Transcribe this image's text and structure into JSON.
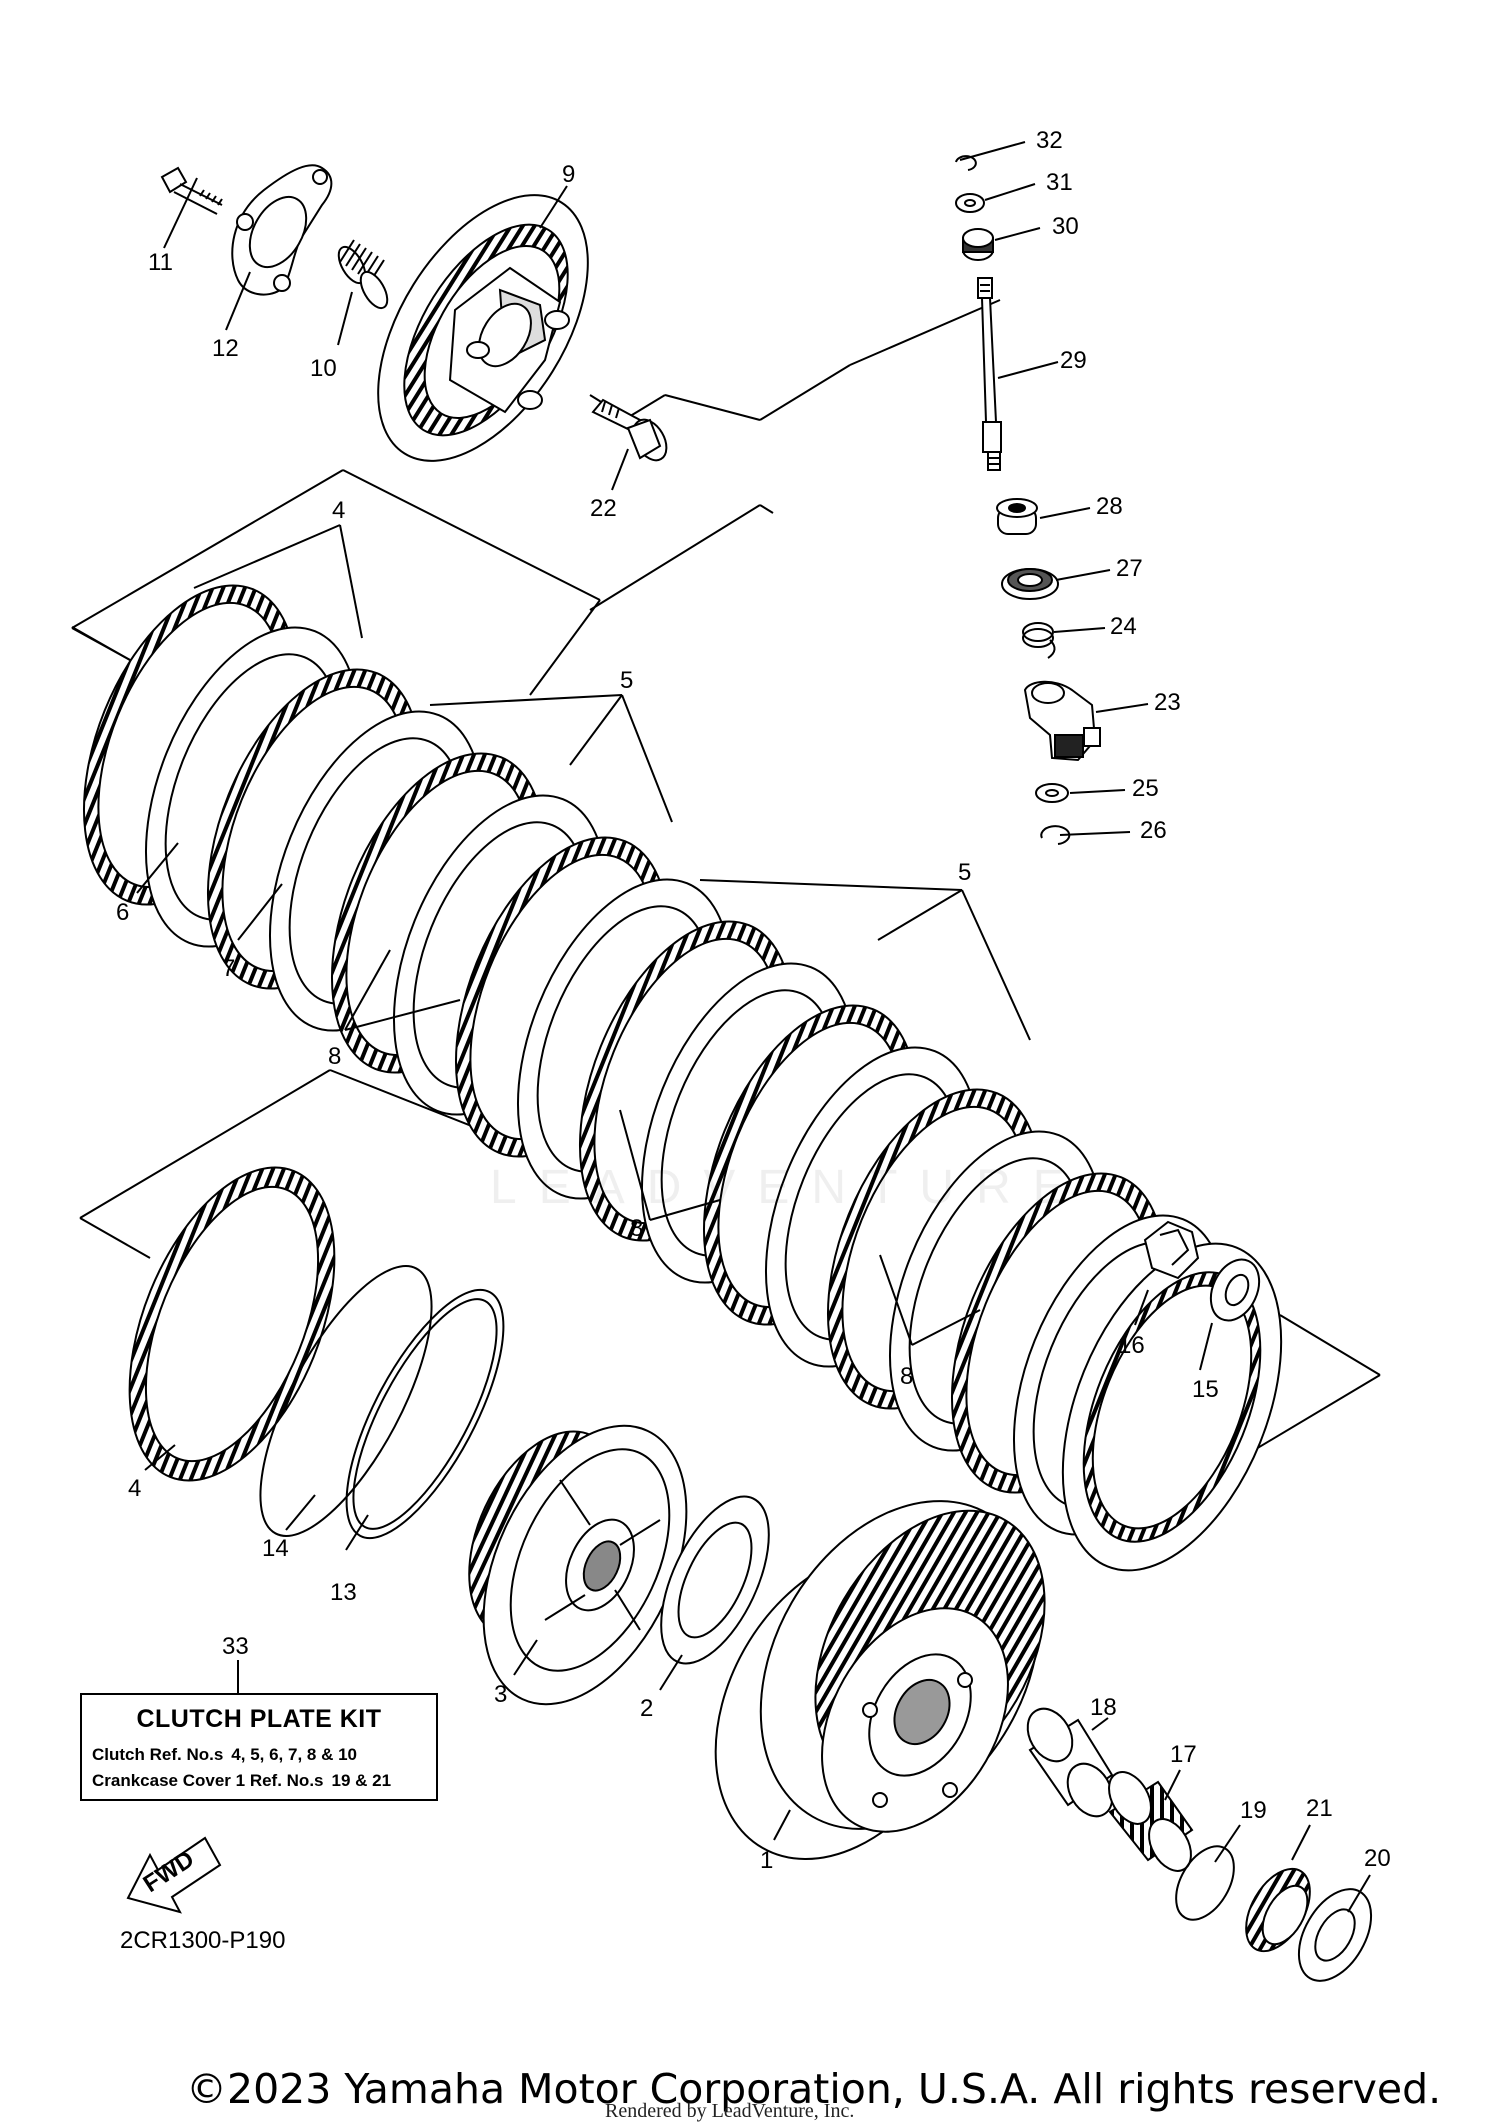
{
  "diagram_code": "2CR1300-P190",
  "kit_box": {
    "ref_number": "33",
    "title": "CLUTCH  PLATE  KIT",
    "line1_label": "Clutch  Ref. No.s",
    "line1_refs": "4, 5, 6, 7, 8 & 10",
    "line2_label": "Crankcase Cover 1  Ref. No.s",
    "line2_refs": "19 & 21"
  },
  "fwd_label": "FWD",
  "copyright": "©2023 Yamaha Motor Corporation, U.S.A. All rights reserved.",
  "rendered_by": "Rendered by LeadVenture, Inc.",
  "watermark": "LEADVENTURE",
  "callouts": [
    {
      "id": "c32",
      "text": "32"
    },
    {
      "id": "c31",
      "text": "31"
    },
    {
      "id": "c30",
      "text": "30"
    },
    {
      "id": "c29",
      "text": "29"
    },
    {
      "id": "c28",
      "text": "28"
    },
    {
      "id": "c27",
      "text": "27"
    },
    {
      "id": "c24",
      "text": "24"
    },
    {
      "id": "c23",
      "text": "23"
    },
    {
      "id": "c25",
      "text": "25"
    },
    {
      "id": "c26",
      "text": "26"
    },
    {
      "id": "c9",
      "text": "9"
    },
    {
      "id": "c11",
      "text": "11"
    },
    {
      "id": "c12",
      "text": "12"
    },
    {
      "id": "c10",
      "text": "10"
    },
    {
      "id": "c22",
      "text": "22"
    },
    {
      "id": "c4a",
      "text": "4"
    },
    {
      "id": "c5a",
      "text": "5"
    },
    {
      "id": "c5b",
      "text": "5"
    },
    {
      "id": "c6",
      "text": "6"
    },
    {
      "id": "c7",
      "text": "7"
    },
    {
      "id": "c8a",
      "text": "8"
    },
    {
      "id": "c8b",
      "text": "8"
    },
    {
      "id": "c8c",
      "text": "8"
    },
    {
      "id": "c16",
      "text": "16"
    },
    {
      "id": "c15",
      "text": "15"
    },
    {
      "id": "c4b",
      "text": "4"
    },
    {
      "id": "c14",
      "text": "14"
    },
    {
      "id": "c13",
      "text": "13"
    },
    {
      "id": "c3",
      "text": "3"
    },
    {
      "id": "c2",
      "text": "2"
    },
    {
      "id": "c1",
      "text": "1"
    },
    {
      "id": "c18",
      "text": "18"
    },
    {
      "id": "c17",
      "text": "17"
    },
    {
      "id": "c19",
      "text": "19"
    },
    {
      "id": "c21",
      "text": "21"
    },
    {
      "id": "c20",
      "text": "20"
    },
    {
      "id": "c33",
      "text": "33"
    }
  ]
}
